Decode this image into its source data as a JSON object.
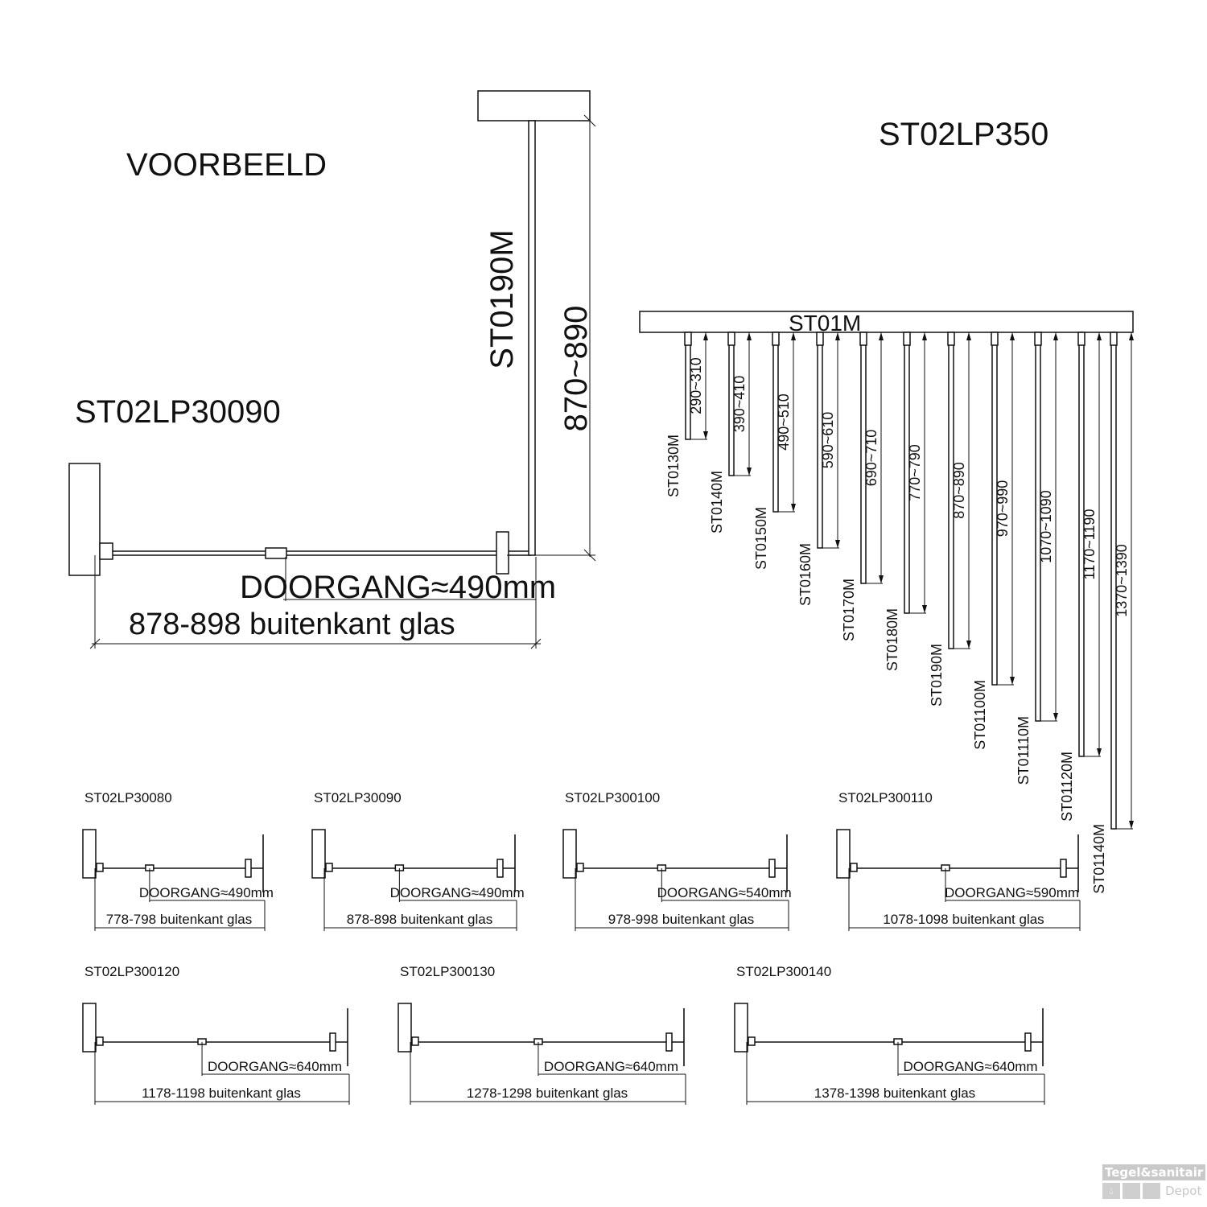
{
  "example": {
    "heading": "VOORBEELD",
    "model": "ST02LP30090",
    "rod_label": "ST0190M",
    "height_dim": "870~890",
    "doorgang": "DOORGANG≈490mm",
    "outer": "878-898 buitenkant glas"
  },
  "rods": {
    "title": "ST02LP350",
    "bar_label": "ST01M",
    "items": [
      {
        "code": "ST0130M",
        "range": "290~310"
      },
      {
        "code": "ST0140M",
        "range": "390~410"
      },
      {
        "code": "ST0150M",
        "range": "490~510"
      },
      {
        "code": "ST0160M",
        "range": "590~610"
      },
      {
        "code": "ST0170M",
        "range": "690~710"
      },
      {
        "code": "ST0180M",
        "range": "770~790"
      },
      {
        "code": "ST0190M",
        "range": "870~890"
      },
      {
        "code": "ST01100M",
        "range": "970~990"
      },
      {
        "code": "ST01110M",
        "range": "1070~1090"
      },
      {
        "code": "ST01120M",
        "range": "1170~1190"
      },
      {
        "code": "ST01140M",
        "range": "1370~1390"
      }
    ]
  },
  "variants": [
    {
      "title": "ST02LP30080",
      "doorgang": "DOORGANG≈490mm",
      "outer": "778-798 buitenkant glas"
    },
    {
      "title": "ST02LP30090",
      "doorgang": "DOORGANG≈490mm",
      "outer": "878-898 buitenkant glas"
    },
    {
      "title": "ST02LP300100",
      "doorgang": "DOORGANG≈540mm",
      "outer": "978-998 buitenkant glas"
    },
    {
      "title": "ST02LP300110",
      "doorgang": "DOORGANG≈590mm",
      "outer": "1078-1098 buitenkant glas"
    },
    {
      "title": "ST02LP300120",
      "doorgang": "DOORGANG≈640mm",
      "outer": "1178-1198 buitenkant glas"
    },
    {
      "title": "ST02LP300130",
      "doorgang": "DOORGANG≈640mm",
      "outer": "1278-1298 buitenkant glas"
    },
    {
      "title": "ST02LP300140",
      "doorgang": "DOORGANG≈640mm",
      "outer": "1378-1398 buitenkant glas"
    }
  ],
  "logo": {
    "line1": "Tegel&sanitair",
    "line2": "Depot"
  }
}
